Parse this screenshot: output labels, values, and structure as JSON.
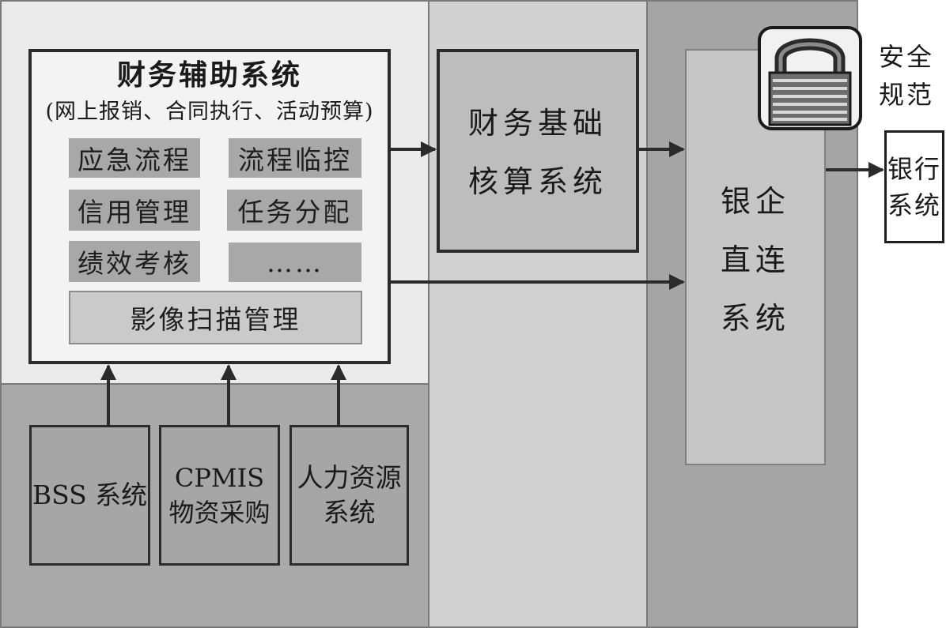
{
  "aux_system": {
    "title": "财务辅助系统",
    "subtitle": "(网上报销、合同执行、活动预算)",
    "modules": [
      "应急流程",
      "流程临控",
      "信用管理",
      "任务分配",
      "绩效考核",
      "……",
      "影像扫描管理"
    ]
  },
  "core_system": {
    "lines": [
      "财务基础",
      "核算系统"
    ]
  },
  "direct_system": {
    "lines": [
      "银企",
      "直连",
      "系统"
    ]
  },
  "source_systems": [
    {
      "lines": [
        "BSS 系统"
      ]
    },
    {
      "lines": [
        "CPMIS",
        "物资采购"
      ]
    },
    {
      "lines": [
        "人力资源",
        "系统"
      ]
    }
  ],
  "security": {
    "lines": [
      "安全",
      "规范"
    ],
    "icon": "lock-icon"
  },
  "bank_system": {
    "lines": [
      "银行",
      "系统"
    ]
  },
  "colors": {
    "border": "#2b2b2b",
    "panel_left_top": "#ebebeb",
    "panel_left_bottom": "#a9a9a9",
    "panel_middle": "#d2d2d2",
    "panel_right": "#a5a5a5"
  }
}
